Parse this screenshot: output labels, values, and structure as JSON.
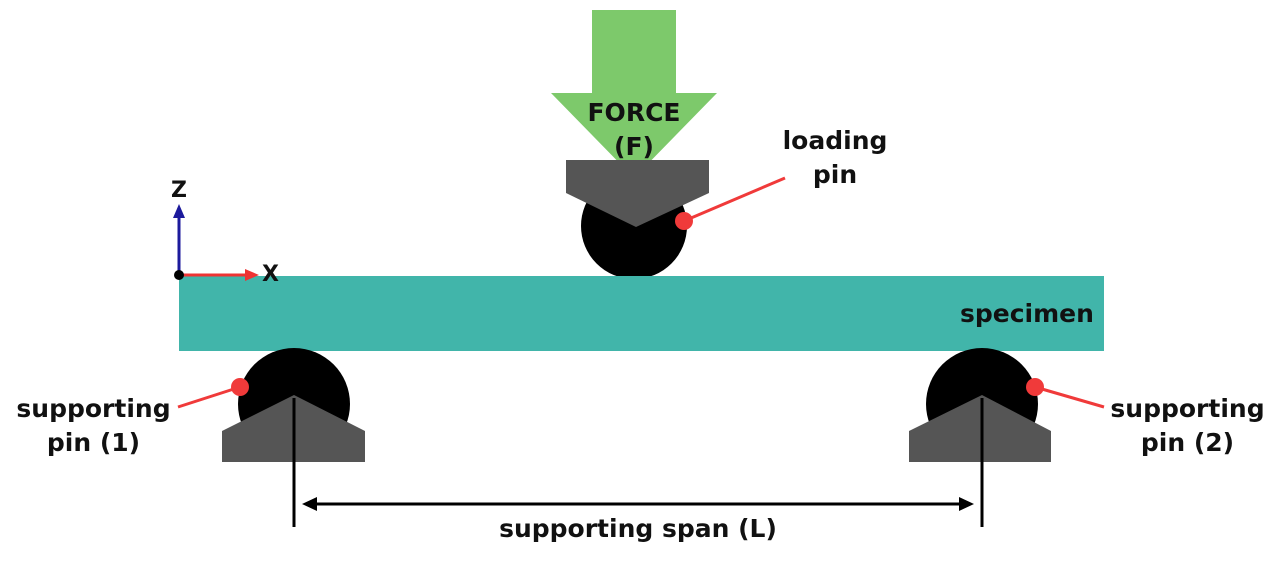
{
  "labels": {
    "force_line1": "FORCE",
    "force_line2": "(F)",
    "loading_pin_line1": "loading",
    "loading_pin_line2": "pin",
    "specimen": "specimen",
    "support1_line1": "supporting",
    "support1_line2": "pin (1)",
    "support2_line1": "supporting",
    "support2_line2": "pin (2)",
    "span": "supporting span (L)",
    "axis_z": "Z",
    "axis_x": "X"
  },
  "colors": {
    "force_arrow": "#7dc96b",
    "specimen": "#41b5aa",
    "pin": "#000000",
    "anvil": "#555555",
    "pointer": "#f03a3a",
    "axis_z": "#1c1a9c",
    "axis_x": "#ee3333",
    "dimension": "#000000"
  }
}
